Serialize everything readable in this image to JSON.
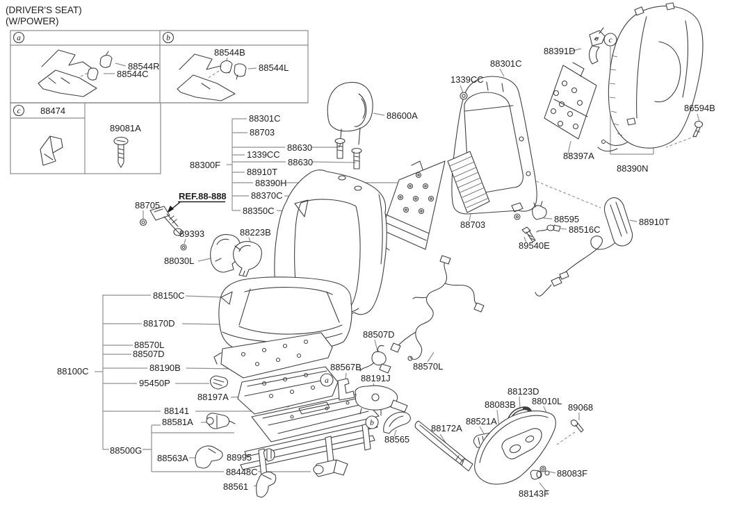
{
  "title": {
    "line1": "(DRIVER'S SEAT)",
    "line2": "(W/POWER)"
  },
  "ref_callout": "REF.88-888",
  "markers": {
    "a": "a",
    "b": "b",
    "c": "c"
  },
  "detail_table": {
    "marker_a": "a",
    "marker_b": "b",
    "marker_c": "c",
    "a_part_1": "88544R",
    "a_part_2": "88544C",
    "b_part_1": "88544B",
    "b_part_2": "88544L",
    "c_header": "88474",
    "screw_part": "89081A"
  },
  "callouts": [
    {
      "id": "headrest",
      "part": "88600A"
    },
    {
      "id": "back-group-frame",
      "part": "88301C"
    },
    {
      "id": "back-group-mesh",
      "part": "88703"
    },
    {
      "id": "guide-upper",
      "part": "88630"
    },
    {
      "id": "back-group-nut",
      "part": "1339CC"
    },
    {
      "id": "guide-lower",
      "part": "88630"
    },
    {
      "id": "back-assembly",
      "part": "88300F"
    },
    {
      "id": "back-group-airbag",
      "part": "88910T"
    },
    {
      "id": "heater-mat",
      "part": "88390H"
    },
    {
      "id": "back-pad",
      "part": "88370C"
    },
    {
      "id": "back-cover-sub",
      "part": "88350C"
    },
    {
      "id": "buckle",
      "part": "88705"
    },
    {
      "id": "buckle-nut",
      "part": "89393"
    },
    {
      "id": "inner-cover",
      "part": "88030L"
    },
    {
      "id": "webbing-guide",
      "part": "88223B"
    },
    {
      "id": "latch",
      "part": "88391D"
    },
    {
      "id": "back-frame",
      "part": "88301C"
    },
    {
      "id": "frame-nut",
      "part": "1339CC"
    },
    {
      "id": "cover-screw",
      "part": "86594B"
    },
    {
      "id": "back-foam-pad",
      "part": "88397A"
    },
    {
      "id": "back-cover",
      "part": "88390N"
    },
    {
      "id": "frame-mesh",
      "part": "88703"
    },
    {
      "id": "clip-595",
      "part": "88595"
    },
    {
      "id": "sensor-516",
      "part": "88516C"
    },
    {
      "id": "bolt-540",
      "part": "89540E"
    },
    {
      "id": "side-airbag",
      "part": "88910T"
    },
    {
      "id": "cushion-cover",
      "part": "88150C"
    },
    {
      "id": "cushion-foam",
      "part": "88170D"
    },
    {
      "id": "cushion-harness",
      "part": "88570L"
    },
    {
      "id": "cushion-sensor",
      "part": "88507D"
    },
    {
      "id": "cushion-assembly",
      "part": "88100C"
    },
    {
      "id": "cushion-pad",
      "part": "88190B"
    },
    {
      "id": "control-module",
      "part": "95450P"
    },
    {
      "id": "side-foam",
      "part": "88197A"
    },
    {
      "id": "suspension-pan",
      "part": "88141"
    },
    {
      "id": "slide-motor",
      "part": "88581A"
    },
    {
      "id": "track-assembly",
      "part": "88500G"
    },
    {
      "id": "leg-cover-front",
      "part": "88563A"
    },
    {
      "id": "track-cap",
      "part": "88995"
    },
    {
      "id": "track-motor",
      "part": "88448C"
    },
    {
      "id": "leg-cover-rear",
      "part": "88561"
    },
    {
      "id": "seat-sensor",
      "part": "88507D"
    },
    {
      "id": "main-harness",
      "part": "88570L"
    },
    {
      "id": "bracket-567",
      "part": "88567B"
    },
    {
      "id": "recliner",
      "part": "88191J"
    },
    {
      "id": "recliner-lever",
      "part": "88565"
    },
    {
      "id": "side-garnish",
      "part": "88172A"
    },
    {
      "id": "slide-switch",
      "part": "88521A"
    },
    {
      "id": "switch-knob",
      "part": "88083B"
    },
    {
      "id": "harness-clamp",
      "part": "88123D"
    },
    {
      "id": "side-shield",
      "part": "88010L"
    },
    {
      "id": "shield-screw",
      "part": "89068"
    },
    {
      "id": "shield-nut",
      "part": "88083F"
    },
    {
      "id": "shield-bolt",
      "part": "88143F"
    }
  ]
}
